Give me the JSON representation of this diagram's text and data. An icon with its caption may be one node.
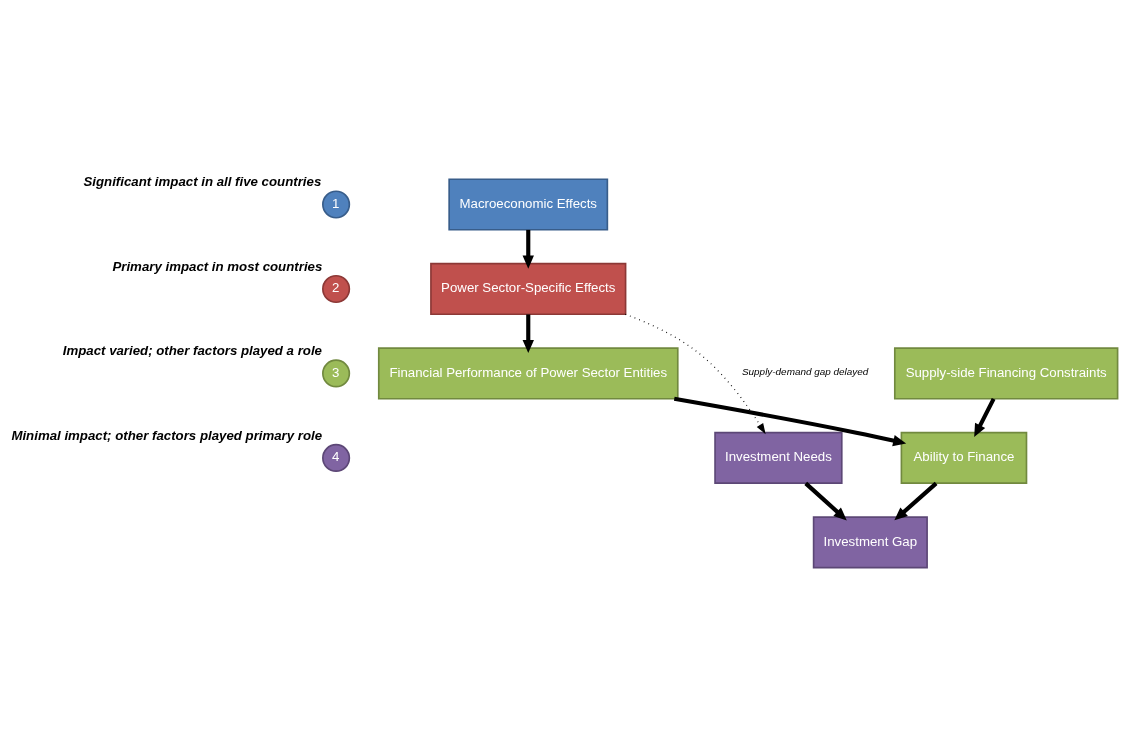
{
  "diagram": {
    "nodes": [
      {
        "text": [
          "1"
        ],
        "beside": [
          "Significant impact in all five countries"
        ]
      },
      {
        "text": [
          "2"
        ],
        "beside": [
          "Primary impact in most countries"
        ]
      },
      {
        "text": [
          "3"
        ],
        "beside": [
          "Impact varied; other factors played a role"
        ]
      },
      {
        "text": [
          "4"
        ],
        "beside": [
          "Minimal impact; other factors played primary role"
        ]
      },
      {
        "text": [
          "Macroeconomic Effects"
        ]
      },
      {
        "text": [
          "Power Sector-Specific Effects"
        ]
      },
      {
        "text": [
          "Financial Performance of Power Sector Entities"
        ]
      },
      {
        "text": [
          "Supply-side Financing Constraints"
        ]
      },
      {
        "text": [
          "Investment Needs"
        ]
      },
      {
        "text": [
          "Ability to Finance"
        ]
      },
      {
        "text": [
          "Investment Gap"
        ]
      }
    ],
    "edges": [
      {
        "from": 4,
        "to": 5,
        "arrow": "to"
      },
      {
        "from": 5,
        "to": 6,
        "arrow": "to"
      },
      {
        "from": 5,
        "to": 8,
        "arrow": "to",
        "style": "dashed",
        "label": "Supply-demand gap delayed"
      },
      {
        "from": 6,
        "to": 9,
        "arrow": "to"
      },
      {
        "from": 7,
        "to": 9,
        "arrow": "to"
      },
      {
        "from": 8,
        "to": 10,
        "arrow": "to"
      },
      {
        "from": 9,
        "to": 10,
        "arrow": "to"
      }
    ]
  }
}
